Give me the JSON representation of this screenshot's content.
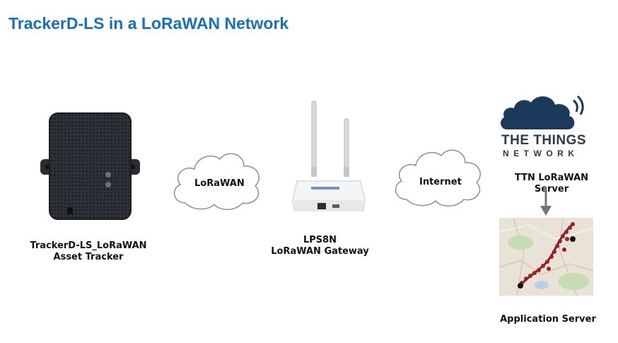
{
  "title": "TrackerD-LS in a LoRaWAN Network",
  "tracker": {
    "line1": "TrackerD-LS_LoRaWAN",
    "line2": "Asset Tracker"
  },
  "cloud_lorawan": {
    "label": "LoRaWAN"
  },
  "gateway": {
    "line1": "LPS8N",
    "line2": "LoRaWAN Gateway"
  },
  "cloud_internet": {
    "label": "Internet"
  },
  "ttn_logo": {
    "line1": "THE THINGS",
    "line2": "NETWORK"
  },
  "ttn_server": {
    "label": "TTN LoRaWAN Server"
  },
  "app_server": {
    "label": "Application Server"
  },
  "colors": {
    "title": "#1a70b8",
    "ttn_cloud": "#1b3a5c",
    "pin": "#a0202a"
  }
}
